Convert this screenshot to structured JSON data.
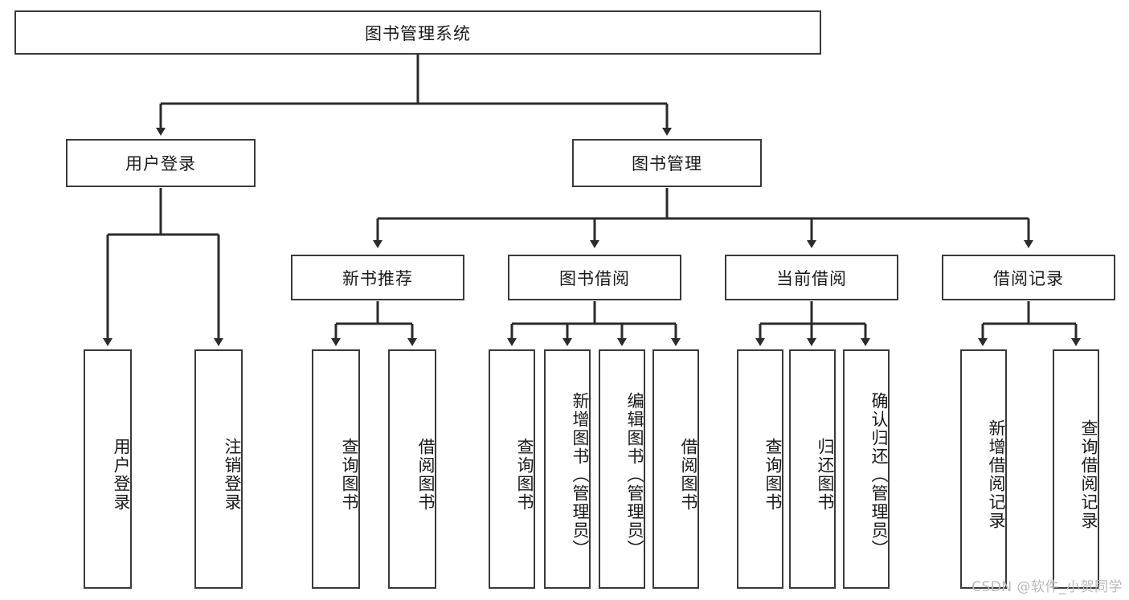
{
  "diagram": {
    "title": "图书管理系统",
    "watermark": "CSDN @软件_小贺同学",
    "colors": {
      "box_border": "#3a3a3a",
      "box_fill": "#ffffff",
      "connector": "#2b2b2b",
      "text": "#1a1a1a",
      "watermark": "#b9b9b9"
    },
    "root": {
      "label": "图书管理系统"
    },
    "level2": [
      {
        "label": "用户登录"
      },
      {
        "label": "图书管理"
      }
    ],
    "level3": [
      {
        "label": "新书推荐"
      },
      {
        "label": "图书借阅"
      },
      {
        "label": "当前借阅"
      },
      {
        "label": "借阅记录"
      }
    ],
    "leaves": {
      "user_login": [
        {
          "label": "用户登录"
        },
        {
          "label": "注销登录"
        }
      ],
      "new_book": [
        {
          "label": "查询图书"
        },
        {
          "label": "借阅图书"
        }
      ],
      "book_borrow": [
        {
          "label": "查询图书"
        },
        {
          "label": "新增图书（管理员）"
        },
        {
          "label": "编辑图书（管理员）"
        },
        {
          "label": "借阅图书"
        }
      ],
      "current_borrow": [
        {
          "label": "查询图书"
        },
        {
          "label": "归还图书"
        },
        {
          "label": "确认归还（管理员）"
        }
      ],
      "borrow_record": [
        {
          "label": "新增借阅记录"
        },
        {
          "label": "查询借阅记录"
        }
      ]
    }
  }
}
